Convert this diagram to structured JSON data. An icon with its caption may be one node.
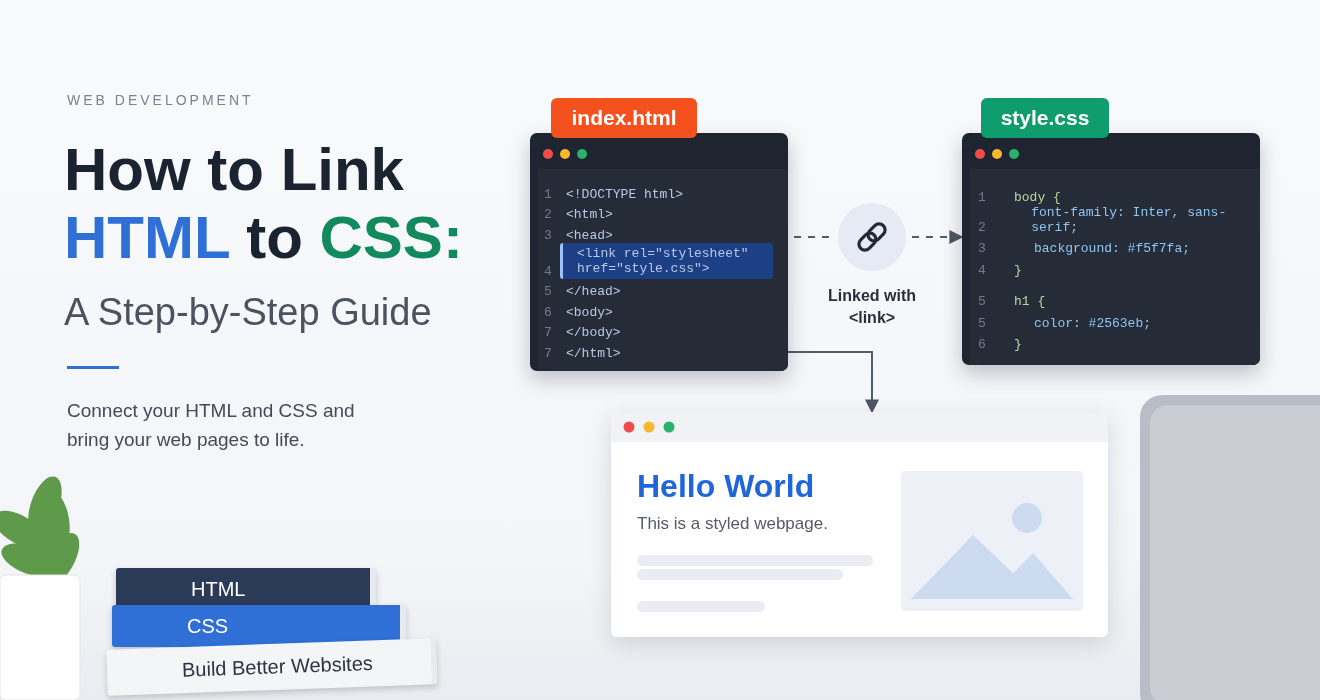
{
  "diagram": {
    "title": "How to Link HTML to CSS: A Step-by-Step Guide",
    "nodes": [
      {
        "text": [
          "index.html",
          "1",
          "<!DOCTYPE html>",
          "2",
          "<html>",
          "3",
          "<head>",
          "4",
          "<link rel=\"stylesheet\" href=\"style.css\">",
          "5",
          "</head>",
          "6",
          "<body>",
          "7",
          "</body>",
          "7",
          "</html>"
        ]
      },
      {
        "text": [
          "Linked with <link>"
        ]
      },
      {
        "text": [
          "style.css",
          "1",
          "body {",
          "2",
          "font-family: Inter, sans-serif;",
          "3",
          "background: #f5f7fa;",
          "4",
          "}",
          "5",
          "h1 {",
          "5",
          "color: #2563eb;",
          "6",
          "}"
        ]
      },
      {
        "text": [
          "Hello World",
          "This is a styled webpage."
        ]
      }
    ],
    "edges": [
      {
        "from": 0,
        "to": 1,
        "arrow": "none",
        "style": "dashed"
      },
      {
        "from": 1,
        "to": 2,
        "arrow": "to",
        "style": "dashed"
      },
      {
        "from": 0,
        "to": 3,
        "arrow": "to"
      }
    ],
    "labels": [
      "WEB DEVELOPMENT",
      "Connect your HTML and CSS and bring your web pages to life.",
      "HTML",
      "CSS",
      "Build Better Websites"
    ]
  }
}
